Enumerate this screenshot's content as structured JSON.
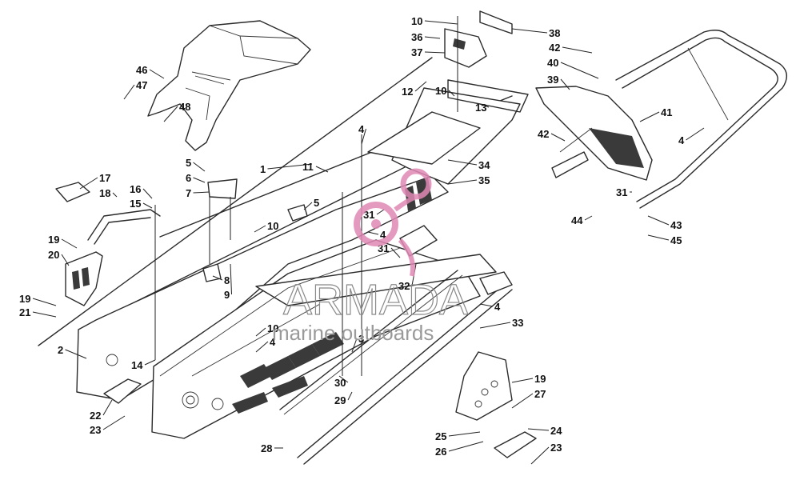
{
  "callouts": [
    "1",
    "2",
    "3",
    "4",
    "5",
    "6",
    "7",
    "8",
    "9",
    "10",
    "11",
    "12",
    "13",
    "14",
    "15",
    "16",
    "17",
    "18",
    "19",
    "20",
    "21",
    "22",
    "23",
    "24",
    "25",
    "26",
    "27",
    "28",
    "29",
    "30",
    "31",
    "32",
    "33",
    "34",
    "35",
    "36",
    "37",
    "38",
    "39",
    "40",
    "41",
    "42",
    "43",
    "44",
    "45",
    "46",
    "47",
    "48"
  ],
  "watermark": {
    "brand": "ARMADA",
    "tagline": "marine outboards",
    "logo_color": "#e089b4"
  }
}
